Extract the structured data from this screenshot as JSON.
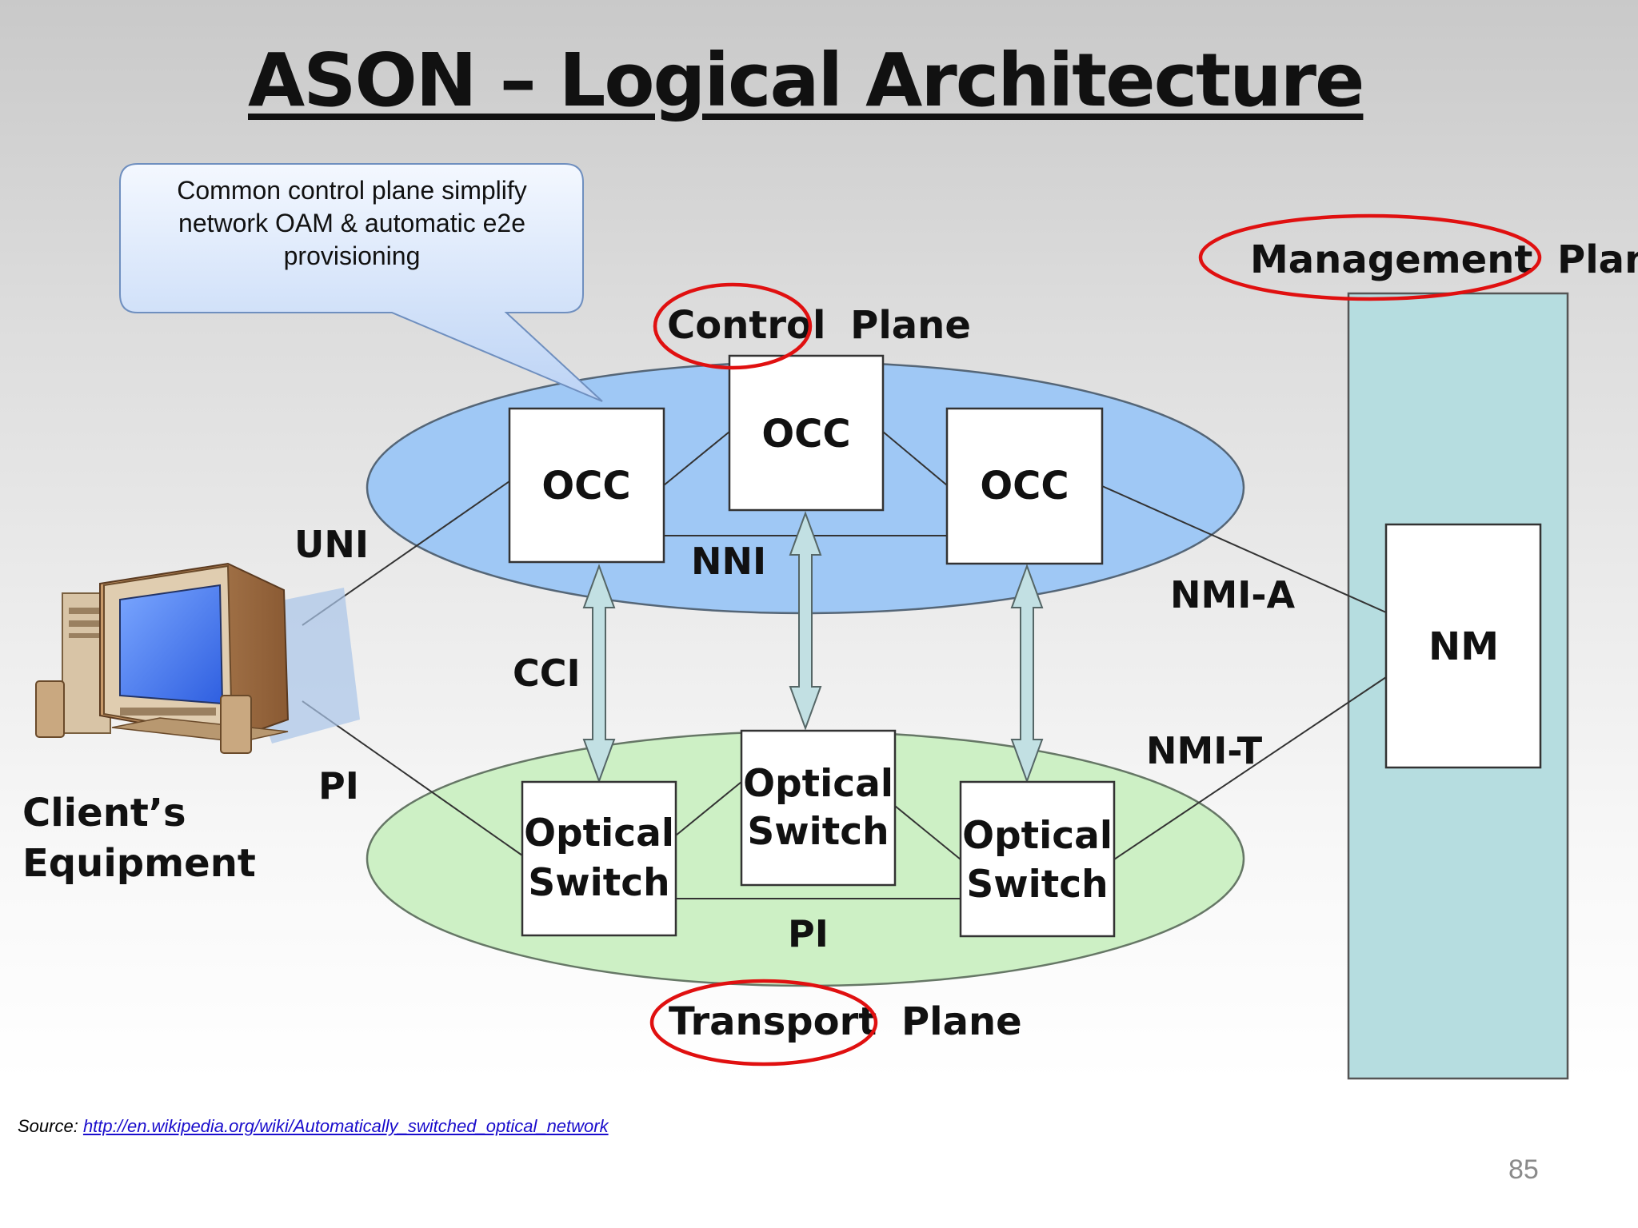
{
  "title": "ASON – Logical Architecture",
  "callout": {
    "lines": [
      "Common control plane simplify",
      "network OAM & automatic e2e",
      "provisioning"
    ]
  },
  "planes": {
    "control": {
      "highlighted_word": "Control",
      "rest": "Plane"
    },
    "transport": {
      "highlighted_word": "Transport",
      "rest": "Plane"
    },
    "management": {
      "highlighted_word": "Management",
      "rest": "Plane"
    }
  },
  "nodes": {
    "occ_left": "OCC",
    "occ_center": "OCC",
    "occ_right": "OCC",
    "switch_left": [
      "Optical",
      "Switch"
    ],
    "switch_center": [
      "Optical",
      "Switch"
    ],
    "switch_right": [
      "Optical",
      "Switch"
    ],
    "nm": "NM"
  },
  "interfaces": {
    "uni": "UNI",
    "nni": "NNI",
    "cci": "CCI",
    "pi_client": "PI",
    "pi_transport": "PI",
    "nmi_a": "NMI-A",
    "nmi_t": "NMI-T"
  },
  "client": {
    "lines": [
      "Client’s",
      "Equipment"
    ]
  },
  "colors": {
    "control_plane_fill": "#9fc8f5",
    "transport_plane_fill": "#cdf0c5",
    "management_plane_fill": "#b6dde0",
    "arrow_fill": "#c2e0e3",
    "highlight_ring": "#e01010",
    "callout_fill": "#cfe0fa"
  },
  "footer": {
    "source_label": "Source: ",
    "source_url": "http://en.wikipedia.org/wiki/Automatically_switched_optical_network",
    "page_number": "85"
  }
}
